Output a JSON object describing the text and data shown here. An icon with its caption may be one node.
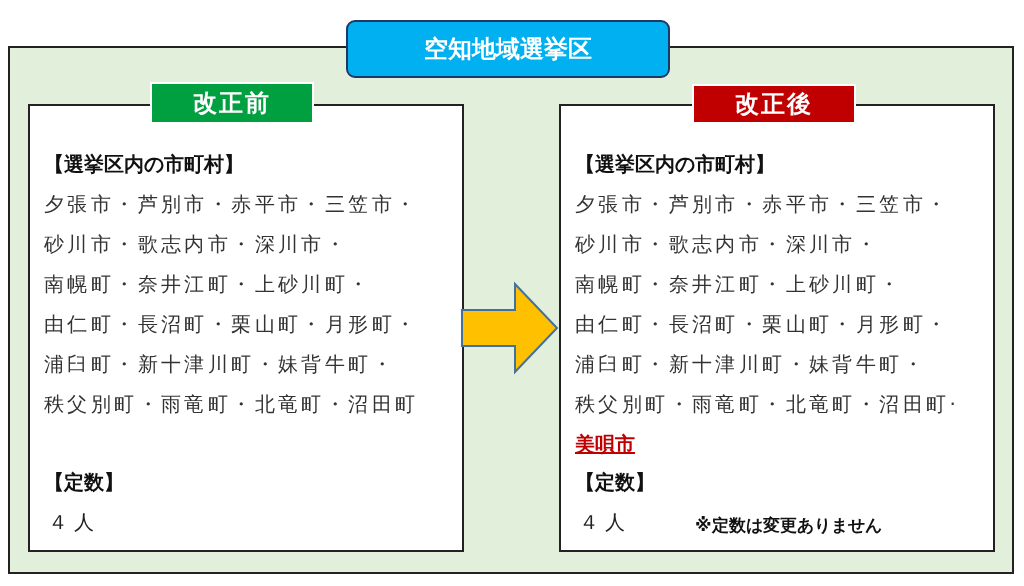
{
  "diagram": {
    "nodes": [
      {
        "text": [
          "空知地域選挙区"
        ]
      },
      {
        "text": [
          "改正前"
        ],
        "in": 0
      },
      {
        "text": [
          "【選挙区内の市町村】",
          "夕張市・芦別市・赤平市・三笠市・砂川市・歌志内市・深川市・南幌町・奈井江町・上砂川町・由仁町・長沼町・栗山町・月形町・浦臼町・新十津川町・妹背牛町・秩父別町・雨竜町・北竜町・沼田町",
          "【定数】",
          "４人"
        ],
        "in": 0
      },
      {
        "text": [
          "改正後"
        ],
        "in": 0
      },
      {
        "text": [
          "【選挙区内の市町村】",
          "夕張市・芦別市・赤平市・三笠市・砂川市・歌志内市・深川市・南幌町・奈井江町・上砂川町・由仁町・長沼町・栗山町・月形町・浦臼町・新十津川町・妹背牛町・秩父別町・雨竜町・北竜町・沼田町·**美唄市**",
          "【定数】",
          "４人",
          "※定数は変更ありません"
        ],
        "in": 0
      }
    ],
    "edges": [
      {
        "from": 2,
        "to": 4,
        "arrow": "to"
      }
    ]
  }
}
